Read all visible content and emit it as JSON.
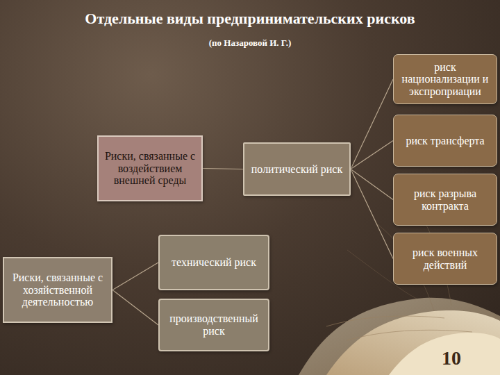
{
  "diagram": {
    "title": "Отдельные виды предпринимательских рисков",
    "nodes": [
      {
        "text": [
          "Риски, связанные с воздействием внешней среды"
        ]
      },
      {
        "text": [
          "политический риск"
        ]
      },
      {
        "text": [
          "риск национализации и экспроприации"
        ]
      },
      {
        "text": [
          "риск трансферта"
        ]
      },
      {
        "text": [
          "риск разрыва контракта"
        ]
      },
      {
        "text": [
          "риск военных действий"
        ]
      },
      {
        "text": [
          "Риски, связанные с хозяйственной деятельностью"
        ]
      },
      {
        "text": [
          "технический риск"
        ]
      },
      {
        "text": [
          "производственный риск"
        ]
      }
    ],
    "edges": [
      {
        "from": 0,
        "to": 1,
        "arrow": "none"
      },
      {
        "from": 1,
        "to": 2,
        "arrow": "none"
      },
      {
        "from": 1,
        "to": 3,
        "arrow": "none"
      },
      {
        "from": 1,
        "to": 4,
        "arrow": "none"
      },
      {
        "from": 1,
        "to": 5,
        "arrow": "none"
      },
      {
        "from": 6,
        "to": 7,
        "arrow": "none"
      },
      {
        "from": 6,
        "to": 8,
        "arrow": "none"
      }
    ],
    "labels": [
      "(по Назаровой И. Г.)",
      "10"
    ]
  }
}
